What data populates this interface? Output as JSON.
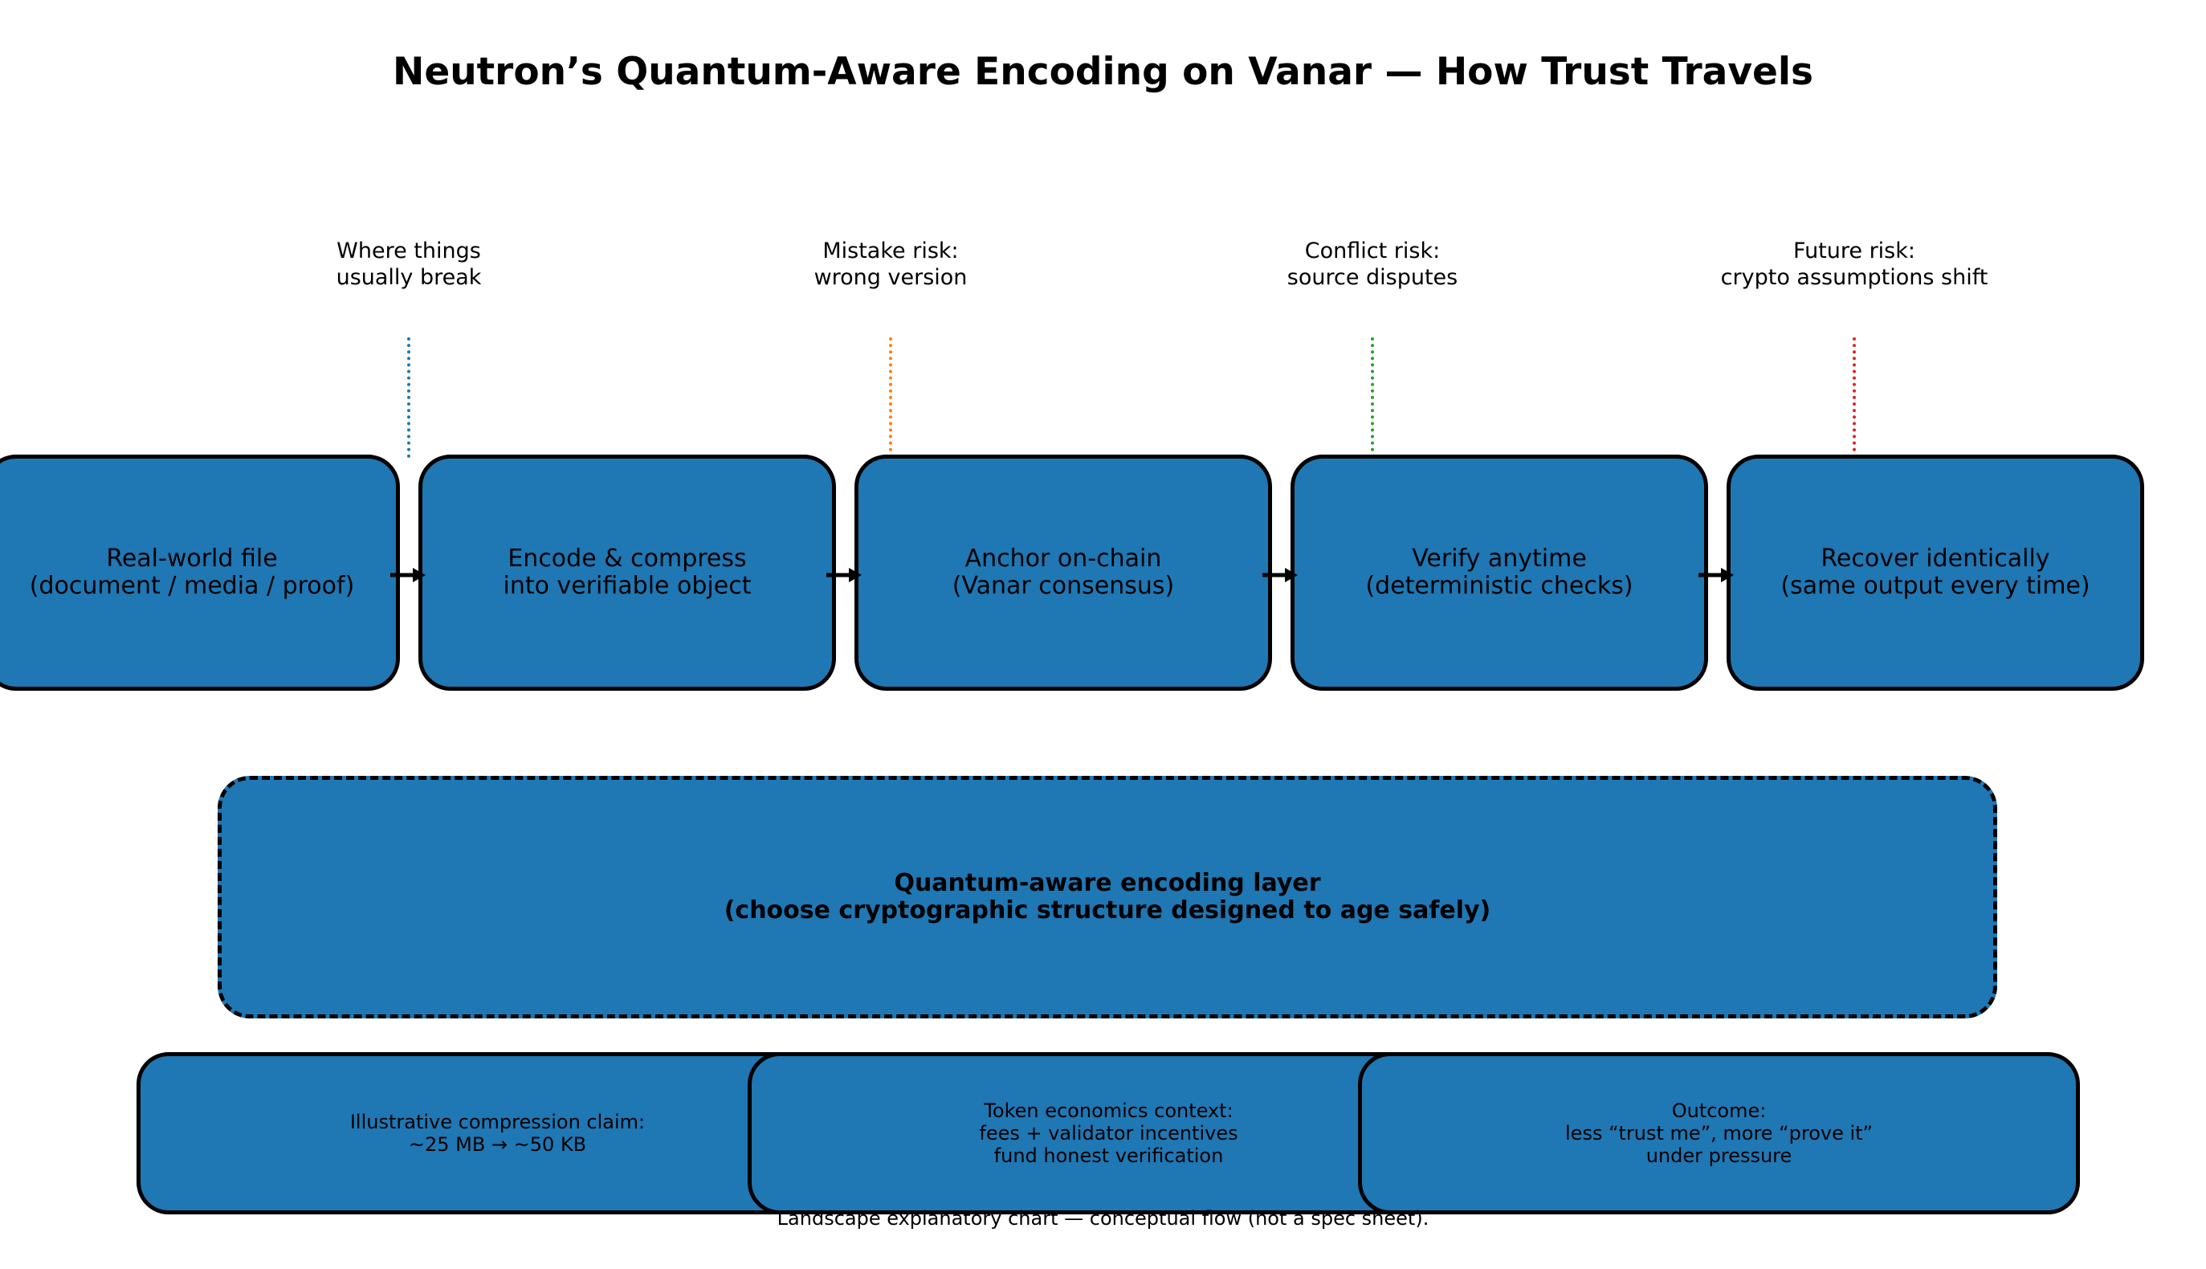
{
  "title": "Neutron’s Quantum-Aware Encoding on Vanar — How Trust Travels",
  "risks": [
    {
      "text": "Where things\nusually break",
      "color": "#1f77b4"
    },
    {
      "text": "Mistake risk:\nwrong version",
      "color": "#ff7f0e"
    },
    {
      "text": "Conflict risk:\nsource disputes",
      "color": "#2ca02c"
    },
    {
      "text": "Future risk:\ncrypto assumptions shift",
      "color": "#d62728"
    }
  ],
  "steps": [
    {
      "text": "Real-world file\n(document / media / proof)"
    },
    {
      "text": "Encode & compress\ninto verifiable object"
    },
    {
      "text": "Anchor on-chain\n(Vanar consensus)"
    },
    {
      "text": "Verify anytime\n(deterministic checks)"
    },
    {
      "text": "Recover identically\n(same output every time)"
    }
  ],
  "layer": {
    "text": "Quantum-aware encoding layer\n(choose cryptographic structure designed to age safely)"
  },
  "notes": [
    {
      "text": "Illustrative compression claim:\n~25 MB → ~50 KB"
    },
    {
      "text": "Token economics context:\nfees + validator incentives\nfund honest verification"
    },
    {
      "text": "Outcome:\nless “trust me”, more “prove it”\nunder pressure"
    }
  ],
  "caption": "Landscape explanatory chart — conceptual flow (not a spec sheet).",
  "colors": {
    "box_fill": "#1f77b4",
    "border": "#000000"
  }
}
